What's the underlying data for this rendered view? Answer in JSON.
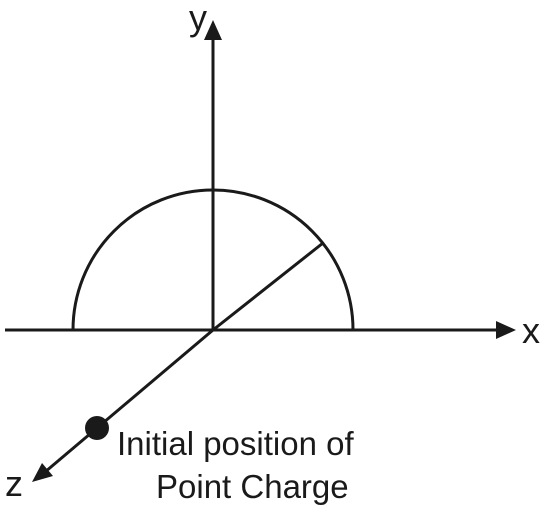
{
  "axes": {
    "x_label": "x",
    "y_label": "y",
    "z_label": "z"
  },
  "caption": {
    "line1": "Initial position of",
    "line2": "Point Charge"
  },
  "colors": {
    "ink": "#1a1a1a",
    "background": "#ffffff"
  }
}
